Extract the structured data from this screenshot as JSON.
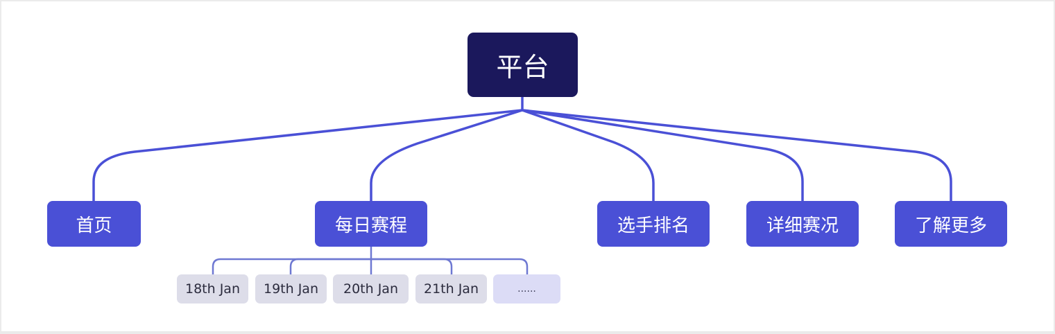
{
  "colors": {
    "root_bg": "#1b185c",
    "accent": "#4a50d6",
    "leaf_bg": "#dddde9",
    "leaf_more_bg": "#dcdcf6",
    "leaf_connector": "#6e78d2"
  },
  "root": {
    "label": "平台"
  },
  "branches": [
    {
      "id": "home",
      "label": "首页"
    },
    {
      "id": "schedule",
      "label": "每日赛程",
      "children": [
        {
          "label": "18th Jan"
        },
        {
          "label": "19th Jan"
        },
        {
          "label": "20th Jan"
        },
        {
          "label": "21th Jan"
        },
        {
          "label": "......"
        }
      ]
    },
    {
      "id": "ranking",
      "label": "选手排名"
    },
    {
      "id": "details",
      "label": "详细赛况"
    },
    {
      "id": "more",
      "label": "了解更多"
    }
  ]
}
